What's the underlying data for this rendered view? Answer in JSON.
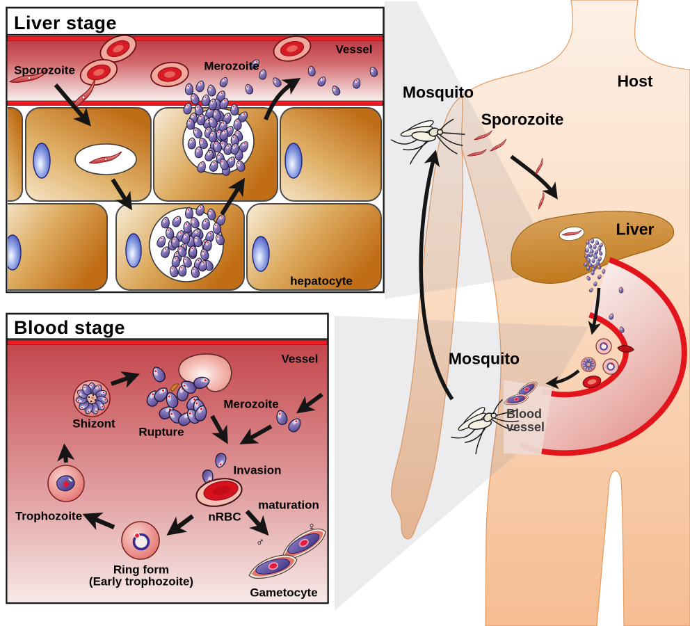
{
  "panels": {
    "liver_stage": {
      "title": "Liver stage",
      "labels": {
        "sporozoite": "Sporozoite",
        "merozoite": "Merozoite",
        "vessel": "Vessel",
        "hepatocyte": "hepatocyte"
      }
    },
    "blood_stage": {
      "title": "Blood stage",
      "labels": {
        "vessel": "Vessel",
        "shizont": "Shizont",
        "rupture": "Rupture",
        "merozoite": "Merozoite",
        "invasion": "Invasion",
        "nrbc": "nRBC",
        "maturation": "maturation",
        "trophozoite": "Trophozoite",
        "ring_form": "Ring form",
        "ring_form_sub": "(Early trophozoite)",
        "gametocyte": "Gametocyte",
        "male_symbol": "♂",
        "female_symbol": "♀"
      }
    }
  },
  "overview": {
    "labels": {
      "mosquito_top": "Mosquito",
      "host": "Host",
      "sporozoite": "Sporozoite",
      "liver": "Liver",
      "mosquito_bottom": "Mosquito",
      "blood_vessel_line1": "Blood",
      "blood_vessel_line2": "vessel"
    }
  },
  "colors": {
    "accent_red": "#ee1c24",
    "parasite_purple": "#6b5ca5",
    "hepatocyte_brown": "#c4711c",
    "liver_brown": "#c8821f",
    "body_skin": "#f9d4b2",
    "vessel_pink": "#e9a39e",
    "nucleus_blue": "#3646b5"
  }
}
